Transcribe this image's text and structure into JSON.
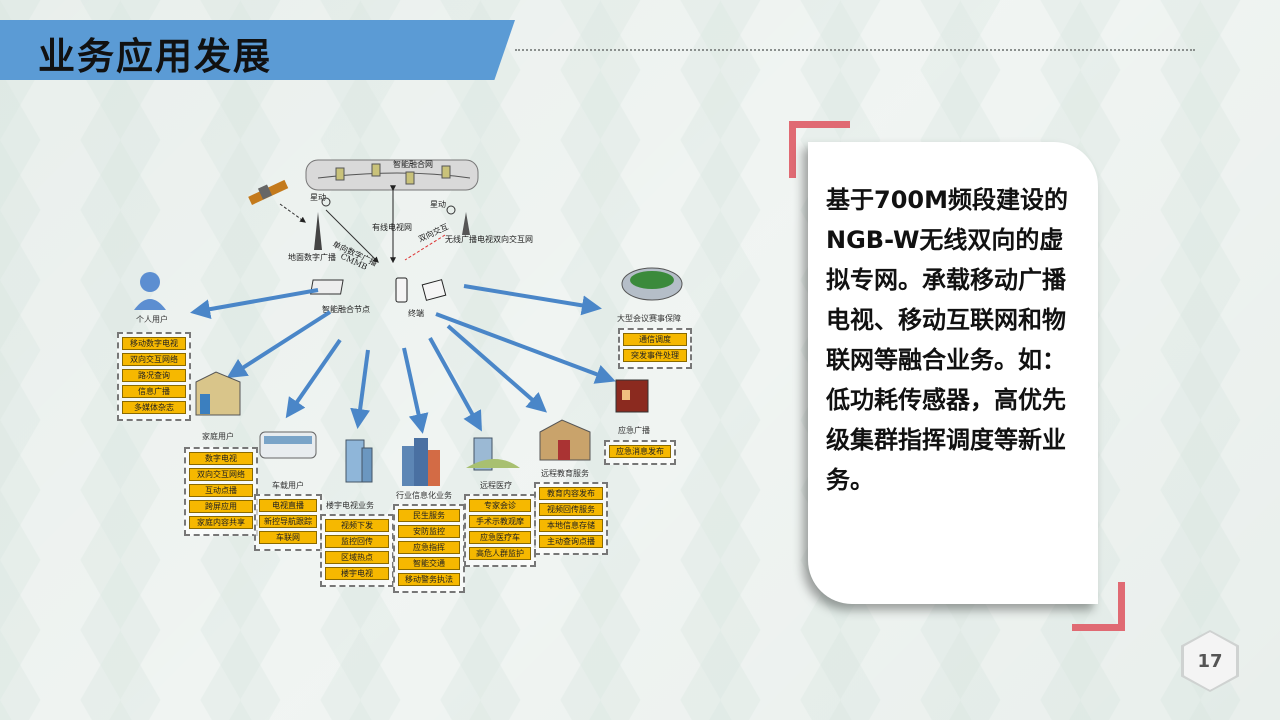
{
  "title": "业务应用发展",
  "page_number": "17",
  "card_text": "基于700M频段建设的NGB-W无线双向的虚拟专网。承载移动广播电视、移动互联网和物联网等融合业务。如：低功耗传感器，高优先级集群指挥调度等新业务。",
  "diagram": {
    "network_label": "智能融合网",
    "cable_label": "有线电视网",
    "sat_label_left": "星动",
    "sat_label_right": "星动",
    "terrestrial_label": "地面数字广播",
    "two_way_label": "双向交互",
    "wireless_label": "无线广播电视双向交互网",
    "bidir_label": "单向数字广播",
    "cmmb_label": "CMMB",
    "fusion_node": "智能融合节点",
    "terminal": "终端",
    "personal": {
      "caption": "个人用户",
      "items": [
        "移动数字电视",
        "双向交互网络",
        "路况查询",
        "信息广播",
        "多媒体杂志"
      ]
    },
    "home": {
      "caption": "家庭用户",
      "items": [
        "数字电视",
        "双向交互网络",
        "互动点播",
        "跨屏应用",
        "家庭内容共享"
      ]
    },
    "vehicle": {
      "caption": "车载用户",
      "items": [
        "电视直播",
        "新控导航跟踪",
        "车联网"
      ]
    },
    "building": {
      "caption": "楼宇电视业务",
      "items": [
        "视频下发",
        "监控回传",
        "区域热点",
        "楼宇电视"
      ]
    },
    "industry": {
      "caption": "行业信息化业务",
      "items": [
        "民生服务",
        "安防监控",
        "应急指挥",
        "智能交通",
        "移动警务执法"
      ]
    },
    "medical": {
      "caption": "远程医疗",
      "items": [
        "专家会诊",
        "手术示教观摩",
        "应急医疗车",
        "高危人群监护"
      ]
    },
    "education": {
      "caption": "远程教育服务",
      "items": [
        "教育内容发布",
        "视频回传服务",
        "本地信息存储",
        "主动查询点播"
      ]
    },
    "event": {
      "caption": "大型会议赛事保障",
      "items": [
        "通信调度",
        "突发事件处理"
      ]
    },
    "emergency": {
      "caption": "应急广播",
      "items": [
        "应急消息发布"
      ]
    }
  }
}
